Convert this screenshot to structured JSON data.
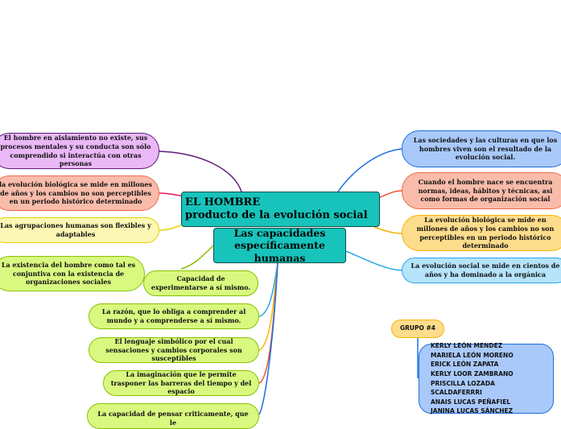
{
  "central": {
    "title_line1": "EL HOMBRE",
    "title_line2": "producto de la evolución social"
  },
  "sub_central": {
    "title": "Las capacidades específicamente humanas"
  },
  "left_nodes": [
    "El hombre en aislamiento no existe, sus procesos mentales y su conducta son sólo comprendido si interactúa con otras personas",
    "la evolución biológica se mide en millones de años y los cambios no son perceptibles en un periodo histórico determinado",
    "Las agrupaciones humanas son flexibles y adaptables",
    "La existencia del hombre como tal es conjuntiva con la existencia de organizaciones sociales"
  ],
  "right_nodes": [
    "Las sociedades y las culturas en que los hombres viven son el resultado de la evolución social.",
    "Cuando el hombre nace se encuentra normas, ideas, hábitos y técnicas, asi como formas de organización social",
    "La evolución biológica se mide en millones de años y los cambios no son perceptibles en un periodo histórico determinado",
    "La evolución social se mide en cientos de años y ha dominado a la orgánica"
  ],
  "capacities": [
    "Capacidad de experimentarse a sí mismo.",
    "La razón, que lo obliga a comprender al mundo y a comprenderse a sí mismo.",
    "El lenguaje simbólico por el cual sensaciones y cambios corporales son susceptibles",
    "La imaginación que le permite trasponer las barreras del tiempo y del espacio",
    "La capacidad  de pensar criticamente, que le"
  ],
  "group": {
    "label": "GRUPO #4",
    "members": [
      "KERLY LEÓN MENDEZ",
      "MARIELA LEÓN MORENO",
      "ERICK LEÓN ZAPATA",
      "KERLY LOOR ZAMBRANO",
      "PRISCILLA LOZADA SCALDAFERRRI",
      "ANAIS LUCAS PEÑAFIEL",
      "JANINA LUCAS SÁNCHEZ"
    ]
  }
}
